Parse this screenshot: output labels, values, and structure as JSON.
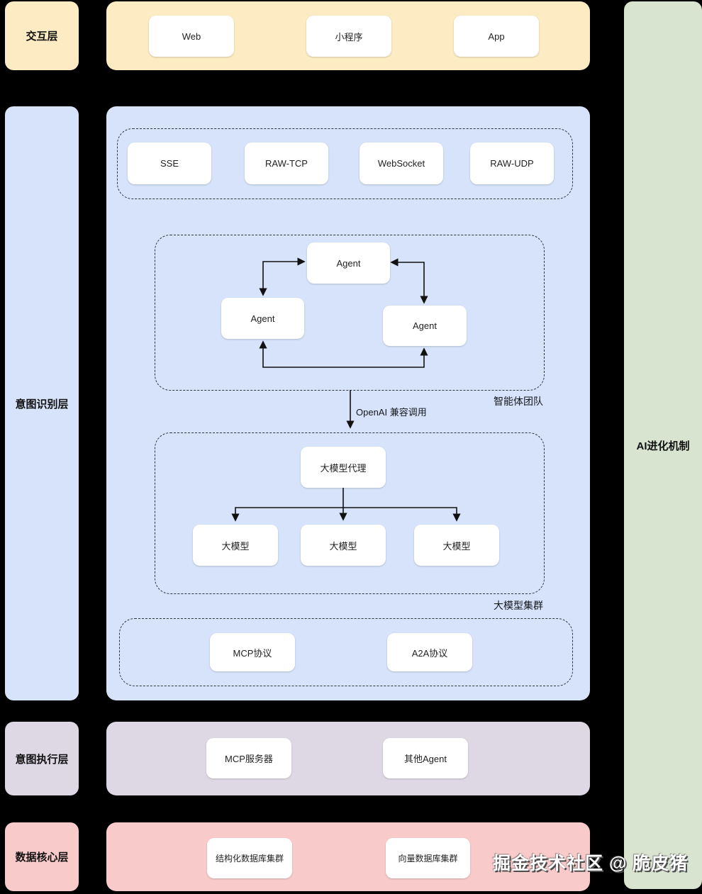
{
  "watermark": "掘金技术社区 @ 脆皮猪",
  "colors": {
    "background": "#000000",
    "interaction_band": "#FCEBC3",
    "recognition_band": "#D6E3FA",
    "execution_band": "#DED8E4",
    "data_band": "#F9CACA",
    "evolution_band": "#D8E4D0",
    "node_fill": "#FFFFFF",
    "line": "#111111"
  },
  "interaction_layer": {
    "label": "交互层",
    "items": [
      "Web",
      "小程序",
      "App"
    ]
  },
  "intent_recognition_layer": {
    "label": "意图识别层",
    "transport_group": {
      "items": [
        "SSE",
        "RAW-TCP",
        "WebSocket",
        "RAW-UDP"
      ]
    },
    "agent_team": {
      "label": "智能体团队",
      "agents": [
        "Agent",
        "Agent",
        "Agent"
      ]
    },
    "openai_call_label": "OpenAI 兼容调用",
    "model_cluster": {
      "label": "大模型集群",
      "proxy": "大模型代理",
      "models": [
        "大模型",
        "大模型",
        "大模型"
      ]
    },
    "protocol_group": {
      "items": [
        "MCP协议",
        "A2A协议"
      ]
    }
  },
  "intent_execution_layer": {
    "label": "意图执行层",
    "items": [
      "MCP服务器",
      "其他Agent"
    ]
  },
  "data_core_layer": {
    "label": "数据核心层",
    "items": [
      "结构化数据库集群",
      "向量数据库集群"
    ]
  },
  "evolution_layer": {
    "label": "AI进化机制"
  }
}
